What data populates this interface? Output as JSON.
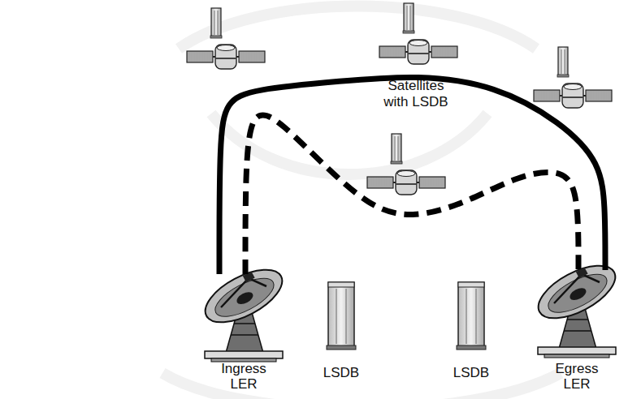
{
  "diagram": {
    "nodes": [
      {
        "text": [
          "Ingress LER"
        ]
      },
      {
        "text": [
          "Egress LER"
        ]
      }
    ],
    "edges": [
      {
        "from": 0,
        "to": 1,
        "arrow": "none"
      },
      {
        "from": 0,
        "to": 1,
        "arrow": "none"
      }
    ],
    "labels": [
      "Satellites with LSDB",
      "LSDB",
      "LSDB"
    ]
  }
}
